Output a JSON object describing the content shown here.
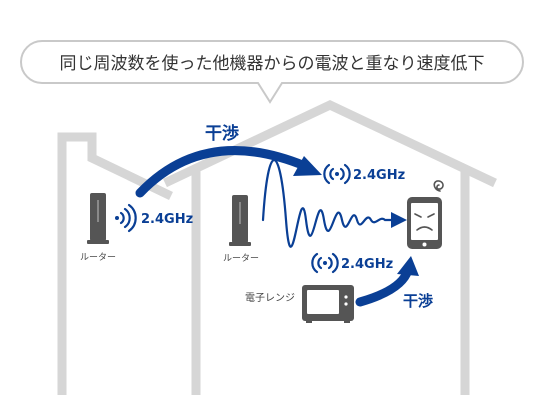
{
  "callout": {
    "text": "同じ周波数を使った他機器からの電波と重なり速度低下"
  },
  "left_house": {
    "router_label": "ルーター",
    "signal_label": "2.4GHz"
  },
  "right_house": {
    "router_label": "ルーター",
    "router_signal_label": "2.4GHz",
    "microwave_label": "電子レンジ",
    "microwave_signal_label": "2.4GHz"
  },
  "interference": {
    "top_label": "干渉",
    "bottom_label": "干渉"
  },
  "colors": {
    "accent_blue": "#0a3f95",
    "wall_gray": "#d6d6d6",
    "device_gray": "#5a5a5a",
    "text_dark": "#333333"
  },
  "icons": [
    "router-icon",
    "wifi-waves-icon",
    "microwave-icon",
    "smartphone-sad-icon",
    "wave-squiggle",
    "interference-arrow"
  ]
}
